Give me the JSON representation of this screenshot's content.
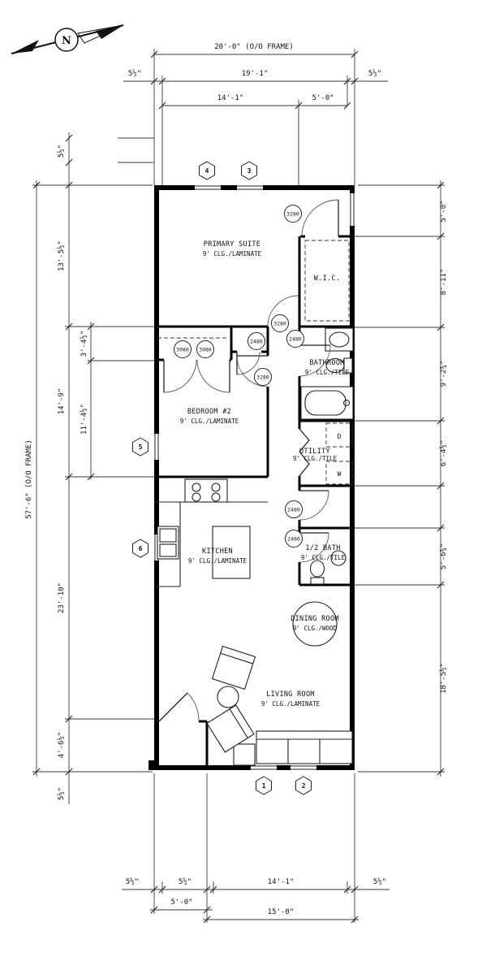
{
  "compass": {
    "label": "N"
  },
  "overall": {
    "width": "20'-0\" (O/O FRAME)",
    "height": "57'-6\" (O/O FRAME)"
  },
  "dims_top": {
    "wall_left": "5½\"",
    "frame_inner": "19'-1\"",
    "wall_right": "5½\"",
    "seg_left": "14'-1\"",
    "seg_right": "5'-0\""
  },
  "dims_left": {
    "eave": "5½\"",
    "primary_suite": "13'-5½\"",
    "closet": "3'-4½\"",
    "bedroom_outer": "14'-9\"",
    "bedroom_inner": "11'-4½\"",
    "kitchen": "23'-10\"",
    "entry": "4'-6½\"",
    "wall_bottom": "5½\""
  },
  "dims_right": {
    "suite_nook": "5'-0\"",
    "wic": "8'-11\"",
    "bathroom": "9'-2¾\"",
    "utility": "6'-4½\"",
    "half_bath": "5'-6¾\"",
    "living": "18'-5½\""
  },
  "dims_bottom": {
    "wall_left": "5½\"",
    "wall_mid": "5½\"",
    "seg_main": "14'-1\"",
    "wall_right": "5½\"",
    "entry": "5'-0\"",
    "living": "15'-0\""
  },
  "rooms": {
    "primary_suite": {
      "name": "PRIMARY SUITE",
      "spec": "9' CLG./LAMINATE"
    },
    "wic": {
      "name": "W.I.C."
    },
    "bathroom": {
      "name": "BATHROOM",
      "spec": "9' CLG./TILE"
    },
    "bedroom2": {
      "name": "BEDROOM #2",
      "spec": "9' CLG./LAMINATE"
    },
    "utility": {
      "name": "UTILITY",
      "spec": "9' CLG./TILE"
    },
    "kitchen": {
      "name": "KITCHEN",
      "spec": "9' CLG./LAMINATE"
    },
    "half_bath": {
      "name": "1/2 BATH",
      "spec": "9' CLG./TILE"
    },
    "dining": {
      "name": "DINING ROOM",
      "spec": "9' CLG./WOOD"
    },
    "living": {
      "name": "LIVING ROOM",
      "spec": "9' CLG./LAMINATE"
    }
  },
  "appliances": {
    "dryer": "D",
    "washer": "W"
  },
  "door_tags": [
    {
      "label": "3280"
    },
    {
      "label": "3280"
    },
    {
      "label": "2480"
    },
    {
      "label": "2480"
    },
    {
      "label": "3080"
    },
    {
      "label": "3080"
    },
    {
      "label": "3280"
    },
    {
      "label": "2480"
    },
    {
      "label": "2480"
    }
  ],
  "window_tags": [
    {
      "label": "4"
    },
    {
      "label": "3"
    },
    {
      "label": "5"
    },
    {
      "label": "6"
    },
    {
      "label": "1"
    },
    {
      "label": "2"
    }
  ]
}
